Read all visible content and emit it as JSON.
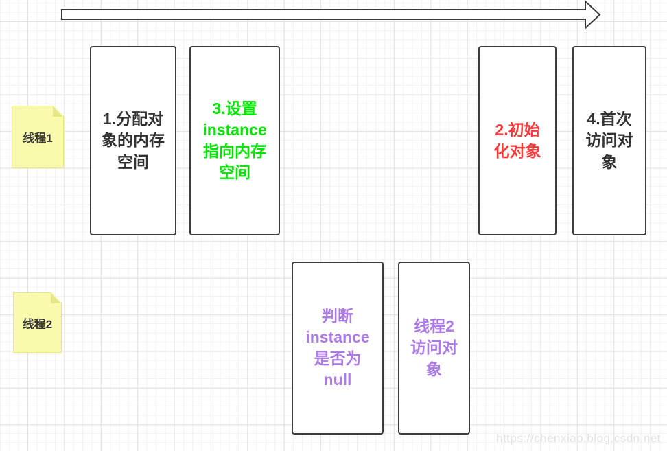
{
  "diagram": {
    "title_semantic": "double-checked-locking-thread-timeline",
    "colors": {
      "box_border": "#3c3c3c",
      "step_default_text": "#333333",
      "step_green_text": "#00e400",
      "step_red_text": "#fa3b3b",
      "step_purple_text": "#ac7be8",
      "note_fill": "#fafaad",
      "note_fold": "#e6e687",
      "grid_minor": "#f2f2f2",
      "grid_major": "#e2e2e2"
    },
    "timeline_arrow": {
      "direction": "right",
      "fill": "#ffffff",
      "stroke": "#3c3c3c"
    },
    "threads": [
      {
        "label": "线程1"
      },
      {
        "label": "线程2"
      }
    ],
    "steps": [
      {
        "id": "step-1",
        "thread": "线程1",
        "text": "1.分配对\n象的内存\n空间",
        "color": "#333333"
      },
      {
        "id": "step-3",
        "thread": "线程1",
        "text": "3.设置\ninstance\n指向内存\n空间",
        "color": "#00e400"
      },
      {
        "id": "step-2",
        "thread": "线程1",
        "text": "2.初始\n化对象",
        "color": "#fa3b3b"
      },
      {
        "id": "step-4",
        "thread": "线程1",
        "text": "4.首次\n访问对\n象",
        "color": "#333333"
      },
      {
        "id": "judge-instance-null",
        "thread": "线程2",
        "text": "判断\ninstance\n是否为\nnull",
        "color": "#ac7be8"
      },
      {
        "id": "thread2-access-object",
        "thread": "线程2",
        "text": "线程2\n访问对\n象",
        "color": "#ac7be8"
      }
    ],
    "watermark": "https://chenxiao.blog.csdn.net"
  }
}
